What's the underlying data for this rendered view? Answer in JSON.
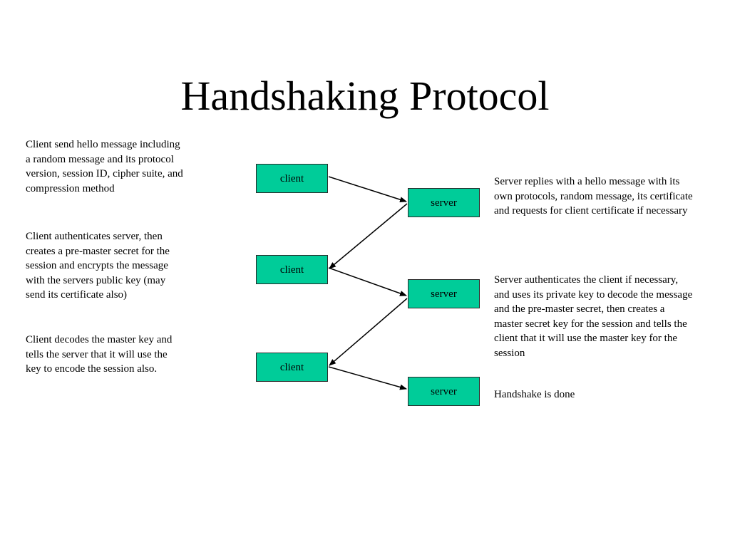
{
  "title": "Handshaking Protocol",
  "colors": {
    "node_fill": "#00cc99",
    "node_border": "#2a2a2a",
    "arrow": "#000000"
  },
  "nodes": [
    {
      "id": "client-1",
      "label": "client",
      "role": "client"
    },
    {
      "id": "server-1",
      "label": "server",
      "role": "server"
    },
    {
      "id": "client-2",
      "label": "client",
      "role": "client"
    },
    {
      "id": "server-2",
      "label": "server",
      "role": "server"
    },
    {
      "id": "client-3",
      "label": "client",
      "role": "client"
    },
    {
      "id": "server-3",
      "label": "server",
      "role": "server"
    }
  ],
  "edges": [
    {
      "from": "client-1",
      "to": "server-1"
    },
    {
      "from": "server-1",
      "to": "client-2"
    },
    {
      "from": "client-2",
      "to": "server-2"
    },
    {
      "from": "server-2",
      "to": "client-3"
    },
    {
      "from": "client-3",
      "to": "server-3"
    }
  ],
  "left_notes": [
    [
      "Client send hello message including",
      "a random message and its protocol",
      "version, session ID, cipher suite, and",
      "compression method"
    ],
    [
      "Client authenticates server, then",
      "creates a pre-master secret for the",
      "session and encrypts the message",
      "with the servers public key (may",
      "send its certificate also)"
    ],
    [
      "Client decodes the master key and",
      "tells the server that it will use the",
      "key to encode the session also."
    ]
  ],
  "right_notes": [
    [
      "Server replies with a hello message with its",
      "own protocols, random message, its certificate",
      "and requests for client certificate if necessary"
    ],
    [
      "Server authenticates the client if necessary,",
      "and uses its private key to decode the message",
      "and the pre-master secret, then creates a",
      "master secret key for the session and tells the",
      "client that it will use the master key for the",
      "session"
    ],
    [
      "Handshake is done"
    ]
  ]
}
